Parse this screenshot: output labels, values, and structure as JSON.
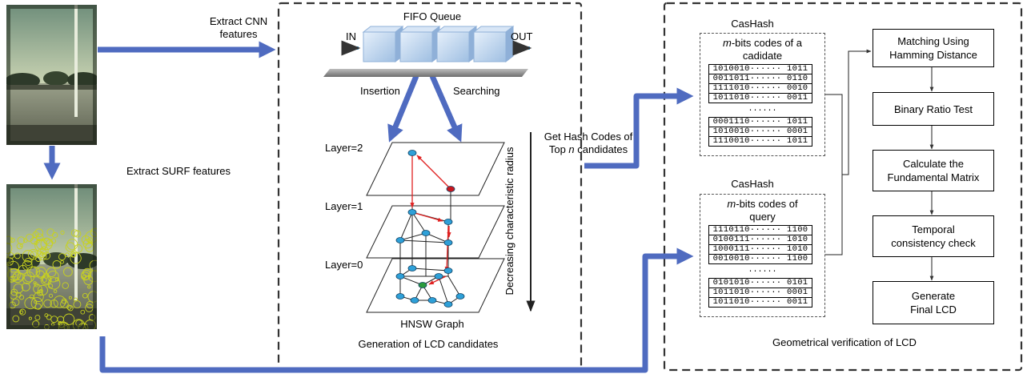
{
  "left": {
    "extract_cnn": "Extract CNN\nfeatures",
    "extract_surf": "Extract SURF features"
  },
  "lcd_panel": {
    "fifo_title": "FIFO Queue",
    "in_label": "IN",
    "out_label": "OUT",
    "insertion": "Insertion",
    "searching": "Searching",
    "layer2": "Layer=2",
    "layer1": "Layer=1",
    "layer0": "Layer=0",
    "radius_label": "Decreasing characteristic radius",
    "graph_title": "HNSW Graph",
    "caption": "Generation of LCD candidates"
  },
  "middle": {
    "hash_codes_line1": "Get Hash Codes of",
    "hash_codes_line2_a": "Top ",
    "hash_codes_line2_n": "n",
    "hash_codes_line2_b": " candidates"
  },
  "geo_panel": {
    "caption": "Geometrical verification of LCD",
    "cand_block": {
      "header": "CasHash",
      "title_m": "m",
      "title_rest": "-bits codes of a",
      "title_line2": "cadidate",
      "codes_top": [
        "1010010······ 1011",
        "0011011······ 0110",
        "1111010······ 0010",
        "1011010······ 0011"
      ],
      "ellipsis": "······",
      "codes_bottom": [
        "0001110······ 1011",
        "1010010······ 0001",
        "1110010······ 1011"
      ]
    },
    "query_block": {
      "header": "CasHash",
      "title_m": "m",
      "title_rest": "-bits codes of",
      "title_line2": "query",
      "codes_top": [
        "1110110······ 1100",
        "0100111······ 1010",
        "1000111······ 1010",
        "0010010······ 1100"
      ],
      "ellipsis": "······",
      "codes_bottom": [
        "0101010······ 0101",
        "1011010······ 0001",
        "1011010······ 0011"
      ]
    },
    "steps": [
      "Matching Using\nHamming Distance",
      "Binary Ratio Test",
      "Calculate the\nFundamental Matrix",
      "Temporal\nconsistency check",
      "Generate\nFinal LCD"
    ]
  },
  "colors": {
    "arrow_blue": "#4f6bc0",
    "cube_blue": "#c6daf0",
    "node_blue": "#2ea0d8",
    "node_red": "#c8161d",
    "node_green": "#2a9a3c",
    "edge_red": "#e02020",
    "surf_circles": "#c8d21e"
  }
}
